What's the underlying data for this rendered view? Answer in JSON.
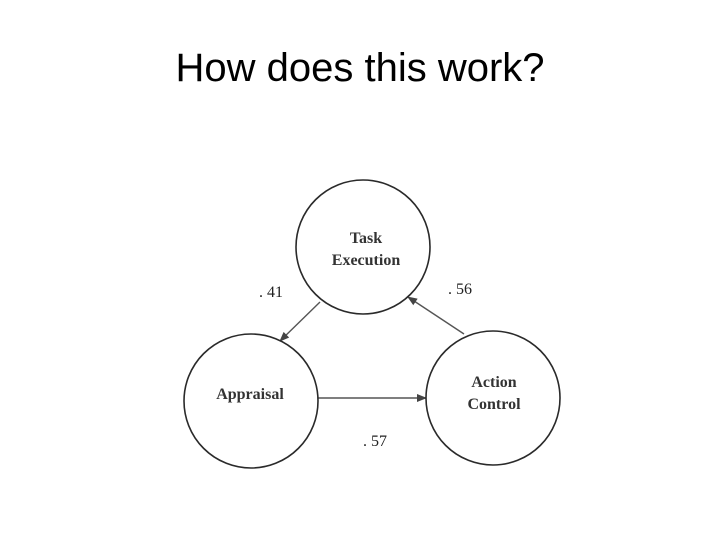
{
  "slide": {
    "title": "How does this work?"
  },
  "diagram": {
    "nodes": {
      "task_execution": {
        "line1": "Task",
        "line2": "Execution"
      },
      "appraisal": {
        "line1": "Appraisal"
      },
      "action_control": {
        "line1": "Action",
        "line2": "Control"
      }
    },
    "edges": {
      "task_to_appraisal": ". 41",
      "action_to_task": ". 56",
      "appraisal_to_action": ". 57"
    }
  }
}
